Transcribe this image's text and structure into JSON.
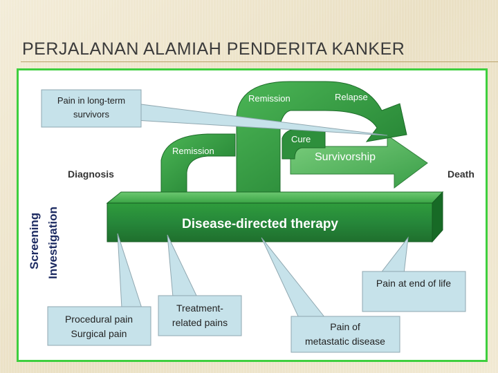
{
  "title": "PERJALANAN ALAMIAH PENDERITA KANKER",
  "labels": {
    "diagnosis": "Diagnosis",
    "death": "Death",
    "screening": "Screening",
    "investigation": "Investigation",
    "therapy": "Disease-directed therapy",
    "remission_low": "Remission",
    "remission_high": "Remission",
    "relapse": "Relapse",
    "cure": "Cure",
    "survivorship": "Survivorship"
  },
  "callouts": {
    "long_term": [
      "Pain in long-term",
      "survivors"
    ],
    "procedural": [
      "Procedural pain",
      "Surgical pain"
    ],
    "treatment": [
      "Treatment-",
      "related pains"
    ],
    "metastatic": [
      "Pain of",
      "metastatic disease"
    ],
    "end_of_life": [
      "Pain at end of life"
    ]
  },
  "colors": {
    "callout_fill": "#c6e2ea",
    "callout_border": "#8fa7b0",
    "green_dark": "#1c7a2c",
    "green_mid": "#2e9e3e",
    "green_light": "#5cbf62",
    "frame": "#3ecf3e",
    "navy": "#1d2b62"
  }
}
